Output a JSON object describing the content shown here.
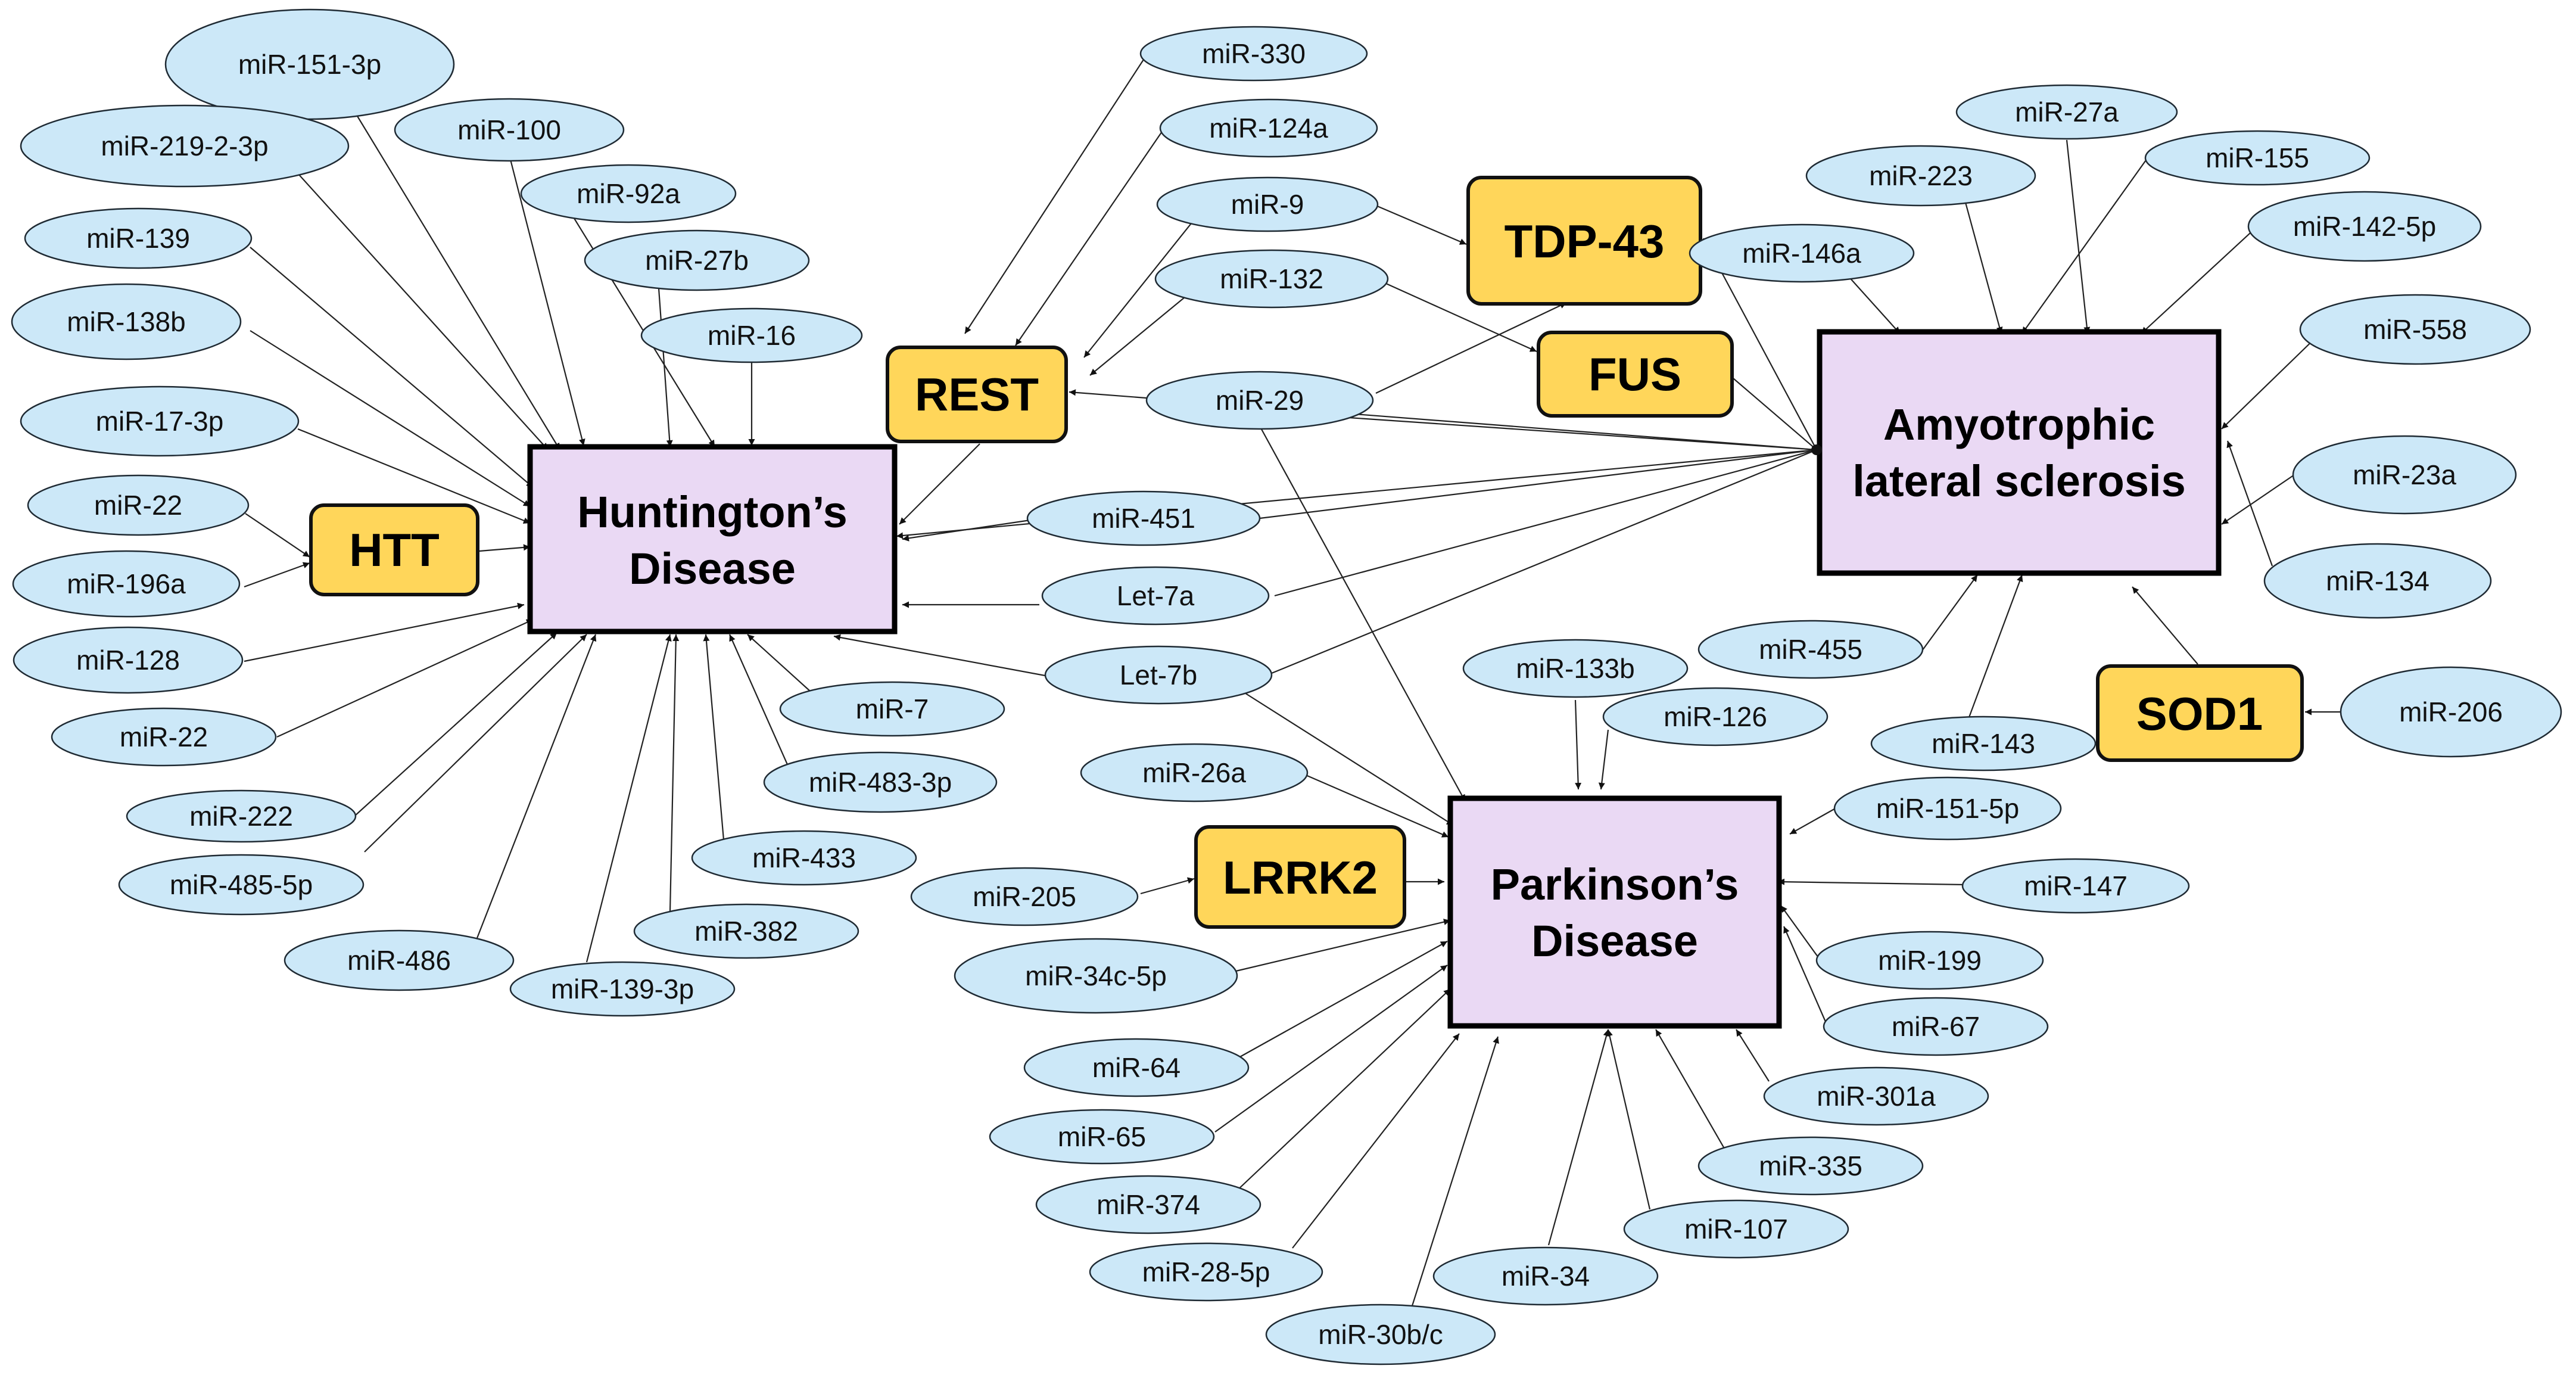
{
  "diseases": {
    "huntington": {
      "line1": "Huntington’s",
      "line2": "Disease"
    },
    "als": {
      "line1": "Amyotrophic",
      "line2": "lateral sclerosis"
    },
    "parkinson": {
      "line1": "Parkinson’s",
      "line2": "Disease"
    }
  },
  "genes": {
    "htt": "HTT",
    "rest": "REST",
    "tdp43": "TDP-43",
    "fus": "FUS",
    "sod1": "SOD1",
    "lrrk2": "LRRK2"
  },
  "mirnas": {
    "mir151_3p": "miR-151-3p",
    "mir219_2_3p": "miR-219-2-3p",
    "mir100": "miR-100",
    "mir92a": "miR-92a",
    "mir139": "miR-139",
    "mir27b": "miR-27b",
    "mir138b": "miR-138b",
    "mir16": "miR-16",
    "mir17_3p": "miR-17-3p",
    "mir22_a": "miR-22",
    "mir196a": "miR-196a",
    "mir128": "miR-128",
    "mir22_b": "miR-22",
    "mir222": "miR-222",
    "mir485_5p": "miR-485-5p",
    "mir486": "miR-486",
    "mir139_3p": "miR-139-3p",
    "mir382": "miR-382",
    "mir433": "miR-433",
    "mir483_3p": "miR-483-3p",
    "mir7": "miR-7",
    "mir330": "miR-330",
    "mir124a": "miR-124a",
    "mir9": "miR-9",
    "mir132": "miR-132",
    "mir29": "miR-29",
    "mir451": "miR-451",
    "let7a": "Let-7a",
    "let7b": "Let-7b",
    "mir27a": "miR-27a",
    "mir223": "miR-223",
    "mir155": "miR-155",
    "mir146a": "miR-146a",
    "mir142_5p": "miR-142-5p",
    "mir558": "miR-558",
    "mir23a": "miR-23a",
    "mir134": "miR-134",
    "mir455": "miR-455",
    "mir143": "miR-143",
    "mir206": "miR-206",
    "mir133b": "miR-133b",
    "mir126": "miR-126",
    "mir151_5p": "miR-151-5p",
    "mir147": "miR-147",
    "mir199": "miR-199",
    "mir67": "miR-67",
    "mir301a": "miR-301a",
    "mir335": "miR-335",
    "mir107": "miR-107",
    "mir34": "miR-34",
    "mir30bc": "miR-30b/c",
    "mir28_5p": "miR-28-5p",
    "mir374": "miR-374",
    "mir65": "miR-65",
    "mir64": "miR-64",
    "mir34c_5p": "miR-34c-5p",
    "mir205": "miR-205",
    "mir26a": "miR-26a"
  }
}
